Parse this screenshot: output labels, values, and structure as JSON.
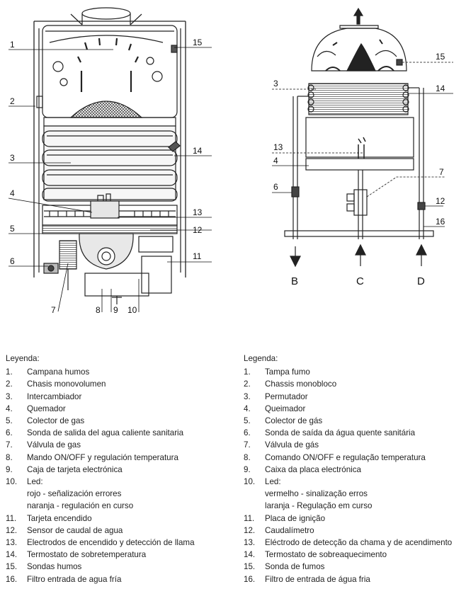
{
  "diagram": {
    "left_callouts": [
      "1",
      "2",
      "3",
      "4",
      "5",
      "6",
      "7",
      "8",
      "9",
      "10",
      "11",
      "12",
      "13",
      "14",
      "15"
    ],
    "right_callouts": [
      "15",
      "3",
      "14",
      "13",
      "4",
      "7",
      "6",
      "12",
      "16"
    ],
    "flow_labels": [
      "B",
      "C",
      "D"
    ]
  },
  "legend_es": {
    "title": "Leyenda:",
    "items": [
      {
        "num": "1.",
        "text": "Campana humos"
      },
      {
        "num": "2.",
        "text": "Chasis monovolumen"
      },
      {
        "num": "3.",
        "text": "Intercambiador"
      },
      {
        "num": "4.",
        "text": "Quemador"
      },
      {
        "num": "5.",
        "text": "Colector de gas"
      },
      {
        "num": "6.",
        "text": "Sonda de salida del agua caliente sanitaria"
      },
      {
        "num": "7.",
        "text": "Válvula de gas"
      },
      {
        "num": "8.",
        "text": "Mando ON/OFF y regulación temperatura"
      },
      {
        "num": "9.",
        "text": "Caja de tarjeta electrónica"
      },
      {
        "num": "10.",
        "text": "Led:"
      }
    ],
    "led_sub": [
      "rojo - señalización errores",
      "naranja - regulación en curso"
    ],
    "items2": [
      {
        "num": "11.",
        "text": "Tarjeta encendido"
      },
      {
        "num": "12.",
        "text": "Sensor de caudal de agua"
      },
      {
        "num": "13.",
        "text": "Electrodos de encendido y detección de llama"
      },
      {
        "num": "14.",
        "text": "Termostato de sobretemperatura"
      },
      {
        "num": "15.",
        "text": "Sondas humos"
      },
      {
        "num": "16.",
        "text": "Filtro entrada de agua fría"
      }
    ]
  },
  "legend_pt": {
    "title": "Legenda:",
    "items": [
      {
        "num": "1.",
        "text": "Tampa fumo"
      },
      {
        "num": "2.",
        "text": "Chassis monobloco"
      },
      {
        "num": "3.",
        "text": "Permutador"
      },
      {
        "num": "4.",
        "text": "Queimador"
      },
      {
        "num": "5.",
        "text": "Colector de gás"
      },
      {
        "num": "6.",
        "text": "Sonda de saída da água quente sanitária"
      },
      {
        "num": "7.",
        "text": "Válvula de gás"
      },
      {
        "num": "8.",
        "text": "Comando ON/OFF e regulação temperatura"
      },
      {
        "num": "9.",
        "text": "Caixa da placa electrónica"
      },
      {
        "num": "10.",
        "text": "Led:"
      }
    ],
    "led_sub": [
      "vermelho - sinalização erros",
      "laranja - Regulação em curso"
    ],
    "items2": [
      {
        "num": "11.",
        "text": "Placa de ignição"
      },
      {
        "num": "12.",
        "text": "Caudalímetro"
      },
      {
        "num": "13.",
        "text": "Eléctrodo de detecção da chama y de acendimento"
      },
      {
        "num": "14.",
        "text": "Termostato de sobreaquecimento"
      },
      {
        "num": "15.",
        "text": "Sonda de fumos"
      },
      {
        "num": "16.",
        "text": "Filtro de entrada de água fria"
      }
    ]
  }
}
